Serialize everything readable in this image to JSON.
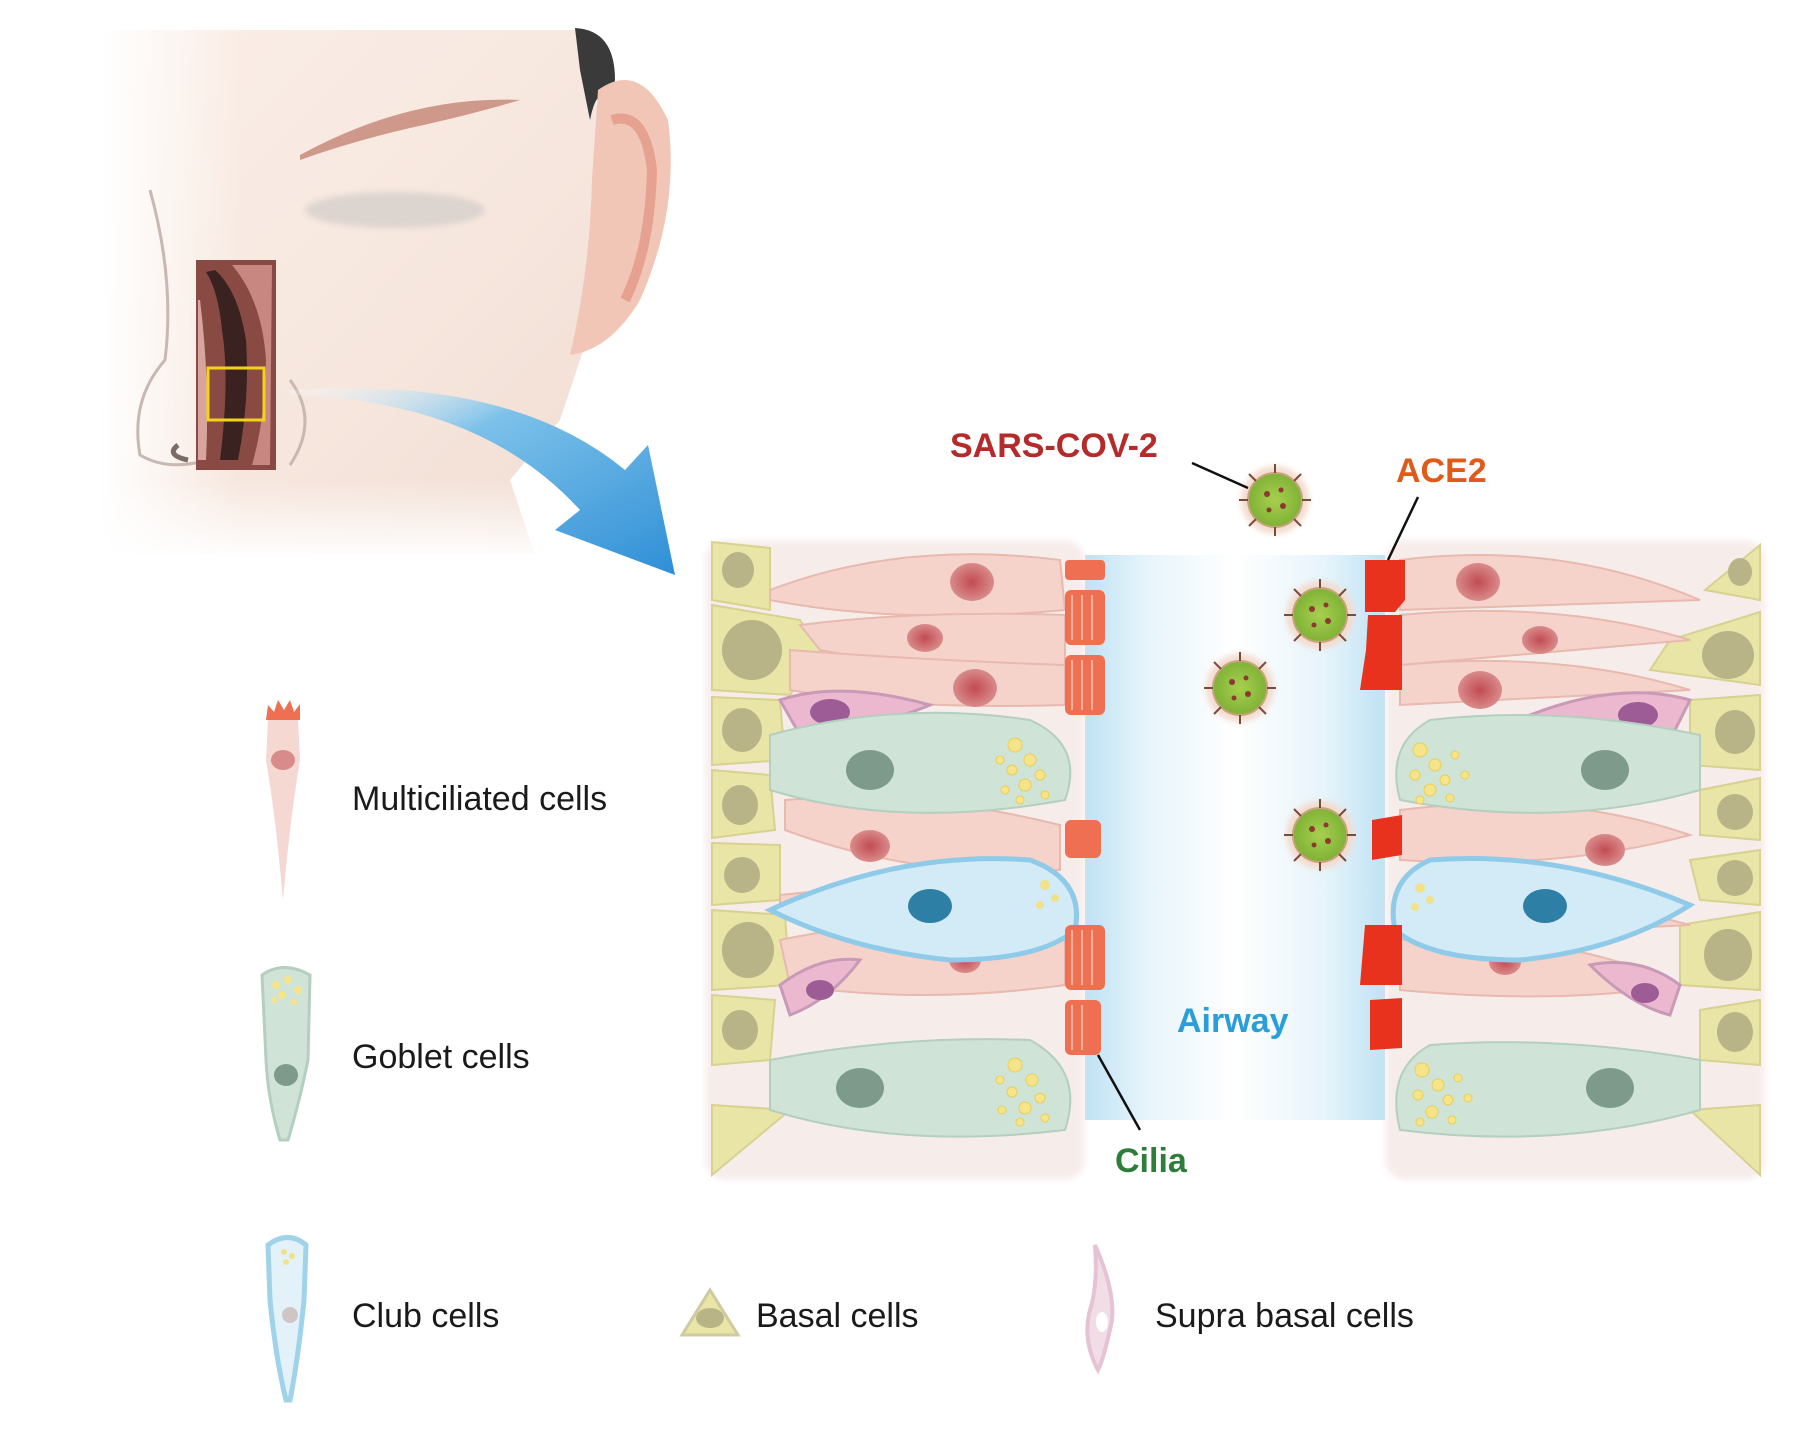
{
  "labels": {
    "virus": "SARS-COV-2",
    "receptor": "ACE2",
    "airway": "Airway",
    "cilia": "Cilia"
  },
  "legend": [
    {
      "key": "multiciliated",
      "label": "Multiciliated cells"
    },
    {
      "key": "goblet",
      "label": "Goblet cells"
    },
    {
      "key": "club",
      "label": "Club cells"
    },
    {
      "key": "basal",
      "label": "Basal cells"
    },
    {
      "key": "suprabasal",
      "label": "Supra basal cells"
    }
  ],
  "colors": {
    "virus_text": "#b52a2a",
    "ace2_text": "#e05a1a",
    "airway_text": "#2a9ed8",
    "cilia_text": "#2e7d3a",
    "virus_body": "#8fbf3a",
    "ace2": "#e8321e",
    "cilia": "#ec6a4e",
    "multiciliated": "#f3c9c3",
    "goblet": "#c9ddd0",
    "club": "#cfe8f4",
    "basal": "#e9e6a6",
    "suprabasal": "#e9b9cf",
    "arrow": "#3d9ad8"
  }
}
